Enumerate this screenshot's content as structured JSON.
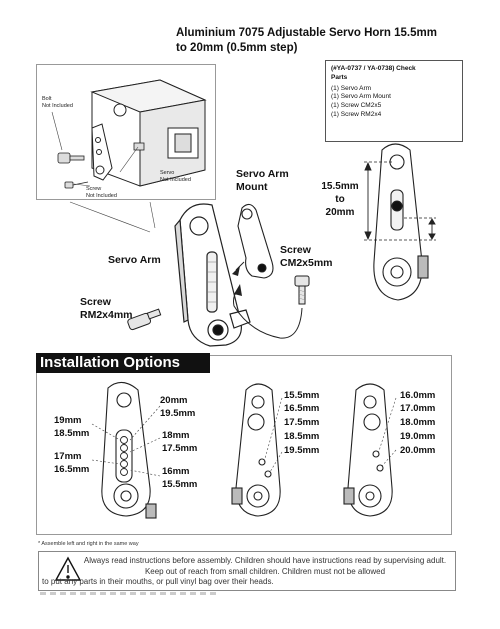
{
  "title": {
    "line1": "Aluminium 7075 Adjustable Servo Horn 15.5mm",
    "line2": "to 20mm (0.5mm step)"
  },
  "parts_box": {
    "heading": "(#YA-0737 / YA-0738) Check",
    "subheading": "Parts",
    "items": [
      "(1) Servo Arm",
      "(1) Servo Arm Mount",
      "(1) Screw CM2x5",
      "(1) Screw RM2x4"
    ]
  },
  "top_diagram": {
    "bolt_label_1": "Bolt",
    "bolt_label_2": "Not Included",
    "servo_label_1": "Servo",
    "servo_label_2": "Not Included",
    "screw_label_1": "Screw",
    "screw_label_2": "Not Included"
  },
  "labels": {
    "servo_arm": "Servo Arm",
    "servo_arm_mount_1": "Servo Arm",
    "servo_arm_mount_2": "Mount",
    "screw_cm_1": "Screw",
    "screw_cm_2": "CM2x5mm",
    "screw_rm_1": "Screw",
    "screw_rm_2": "RM2x4mm",
    "range_1": "15.5mm",
    "range_2": "to",
    "range_3": "20mm"
  },
  "installation": {
    "heading": "Installation Options",
    "left_col": [
      "19mm",
      "18.5mm",
      "17mm",
      "16.5mm"
    ],
    "mid_col": [
      "20mm",
      "19.5mm",
      "18mm",
      "17.5mm",
      "16mm",
      "15.5mm"
    ],
    "option2": [
      "15.5mm",
      "16.5mm",
      "17.5mm",
      "18.5mm",
      "19.5mm"
    ],
    "option3": [
      "16.0mm",
      "17.0mm",
      "18.0mm",
      "19.0mm",
      "20.0mm"
    ]
  },
  "note": "* Assemble left and right in the same way",
  "warning": {
    "line1": "Always read instructions before assembly. Children should have instructions read by supervising adult. Keep out of reach from small children. Children must not be allowed",
    "line2": "to put any parts in their mouths, or pull vinyl bag over their heads."
  }
}
